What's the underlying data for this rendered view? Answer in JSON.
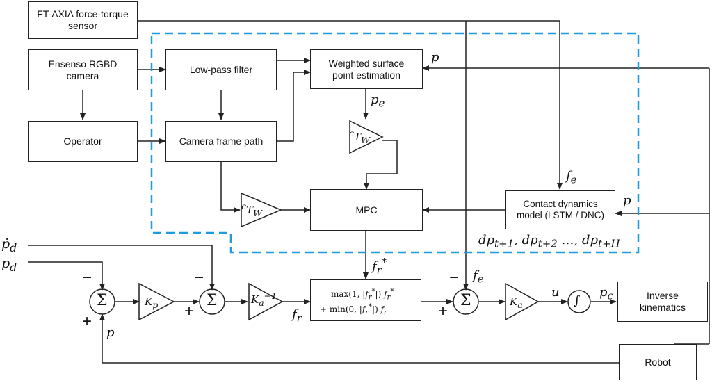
{
  "blocks": {
    "ft_sensor": "FT-AXIA force-torque\nsensor",
    "ensenso": "Ensenso RGBD\ncamera",
    "operator": "Operator",
    "low_pass": "Low-pass filter",
    "camera_frame_path": "Camera frame path",
    "weighted_surface": "Weighted surface\npoint estimation",
    "mpc": "MPC",
    "contact_dynamics": "Contact dynamics\nmodel (LSTM / DNC)",
    "inverse_kinematics": "Inverse\nkinematics",
    "robot": "Robot"
  },
  "gains": {
    "transform_top": "cTW",
    "transform_mid": "cTW",
    "kp": "Kp",
    "ka_inv": "Ka^-1",
    "ka": "Ka",
    "integrator": "∫"
  },
  "mpc_force_formula": {
    "line1": "max(1, |fr*|) fr*",
    "line2": "+ min(0, |fr*|) fr"
  },
  "signals": {
    "p": "p",
    "p_e": "pe",
    "f_e": "fe",
    "f_r_star": "fr*",
    "f_r": "fr",
    "u": "u",
    "p_c": "pc",
    "p_d_dot": "ṗd",
    "p_d": "pd",
    "dp_sequence": "dpt+1, dpt+2 …, dpt+H"
  },
  "summing_symbol": "Σ",
  "signs": {
    "minus": "−",
    "plus": "+"
  },
  "colors": {
    "line": "#222222",
    "dashed_region": "#1f9be0"
  }
}
